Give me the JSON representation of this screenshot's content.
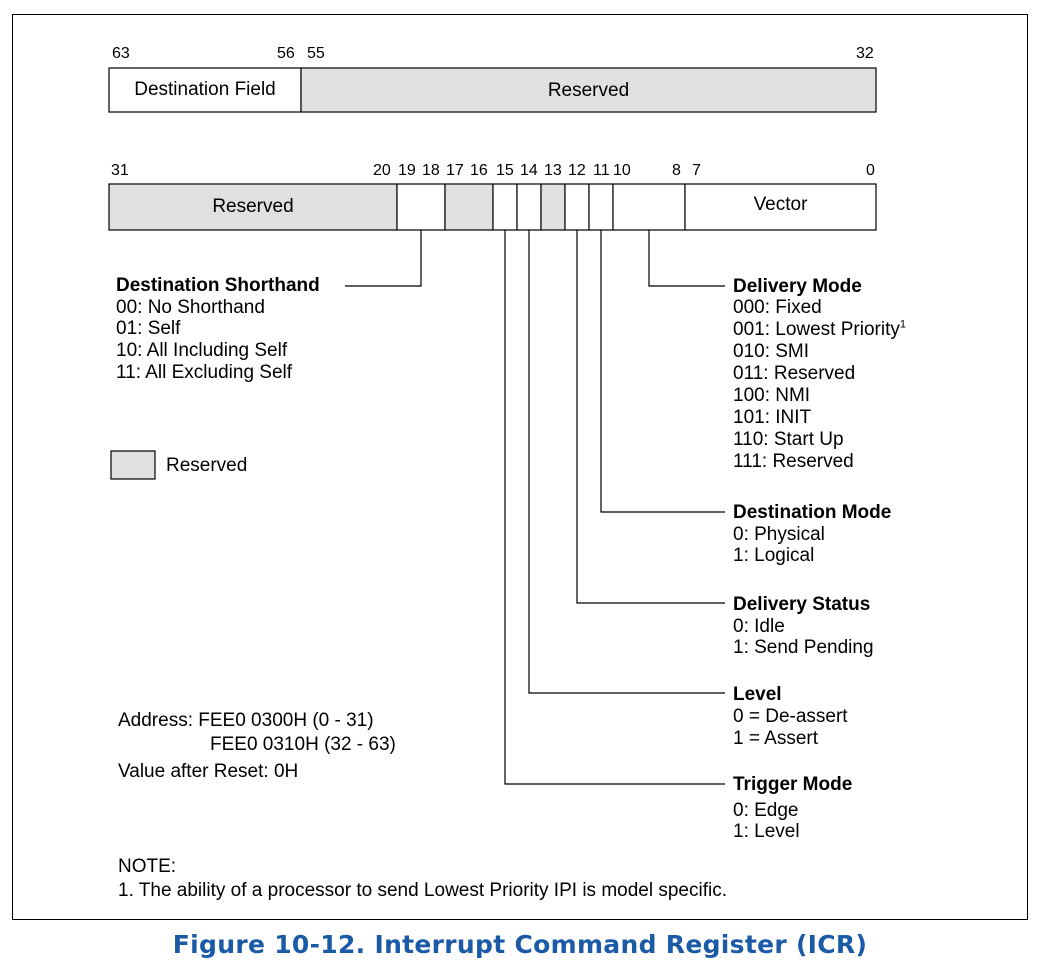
{
  "upper_register": {
    "bits": [
      "63",
      "56",
      "55",
      "32"
    ],
    "fields": {
      "destination": "Destination Field",
      "reserved": "Reserved"
    }
  },
  "lower_register": {
    "bits": [
      "31",
      "20",
      "19",
      "18",
      "17",
      "16",
      "15",
      "14",
      "13",
      "12",
      "11",
      "10",
      "8",
      "7",
      "0"
    ],
    "fields": {
      "reserved": "Reserved",
      "vector": "Vector"
    }
  },
  "destination_shorthand": {
    "title": "Destination Shorthand",
    "options": [
      "00: No Shorthand",
      "01: Self",
      "10: All Including Self",
      "11: All Excluding Self"
    ]
  },
  "legend": {
    "reserved": "Reserved"
  },
  "delivery_mode": {
    "title": "Delivery Mode",
    "options": [
      "000: Fixed",
      "001: Lowest Priority",
      "010: SMI",
      "011: Reserved",
      "100: NMI",
      "101: INIT",
      "110: Start Up",
      "111: Reserved"
    ],
    "footnote_mark": "1"
  },
  "destination_mode": {
    "title": "Destination Mode",
    "options": [
      "0: Physical",
      "1: Logical"
    ]
  },
  "delivery_status": {
    "title": "Delivery Status",
    "options": [
      "0: Idle",
      "1: Send Pending"
    ]
  },
  "level": {
    "title": "Level",
    "options": [
      "0 = De-assert",
      "1 = Assert"
    ]
  },
  "trigger_mode": {
    "title": "Trigger Mode",
    "options": [
      "0: Edge",
      "1: Level"
    ]
  },
  "address": {
    "line1": "Address: FEE0 0300H (0 - 31)",
    "line2": "FEE0 0310H (32 - 63)",
    "reset": "Value after Reset: 0H"
  },
  "note": {
    "title": "NOTE:",
    "text": "1. The ability of a processor to send Lowest Priority IPI is model specific."
  },
  "caption": "Figure 10-12.  Interrupt Command Register (ICR)",
  "colors": {
    "reserved_fill": "#e0e0e0",
    "caption": "#1a5aa6"
  }
}
